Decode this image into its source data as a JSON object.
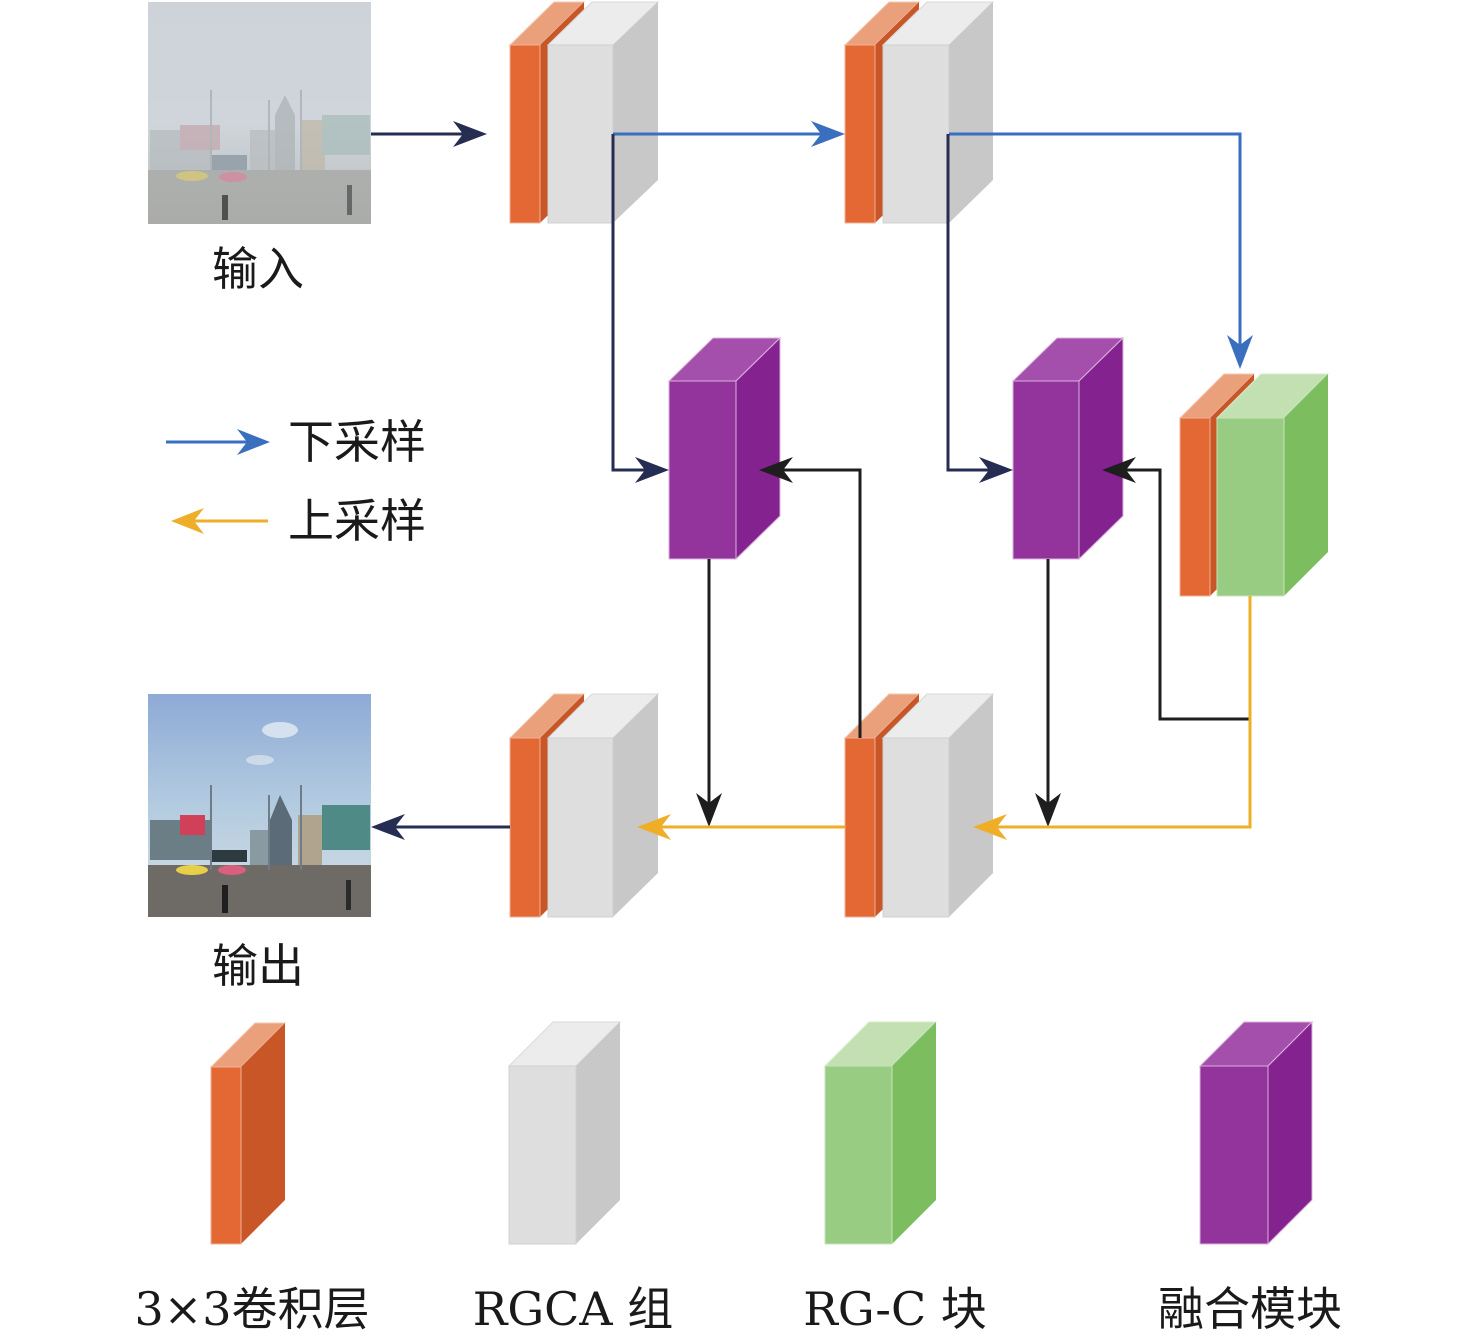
{
  "diagram": {
    "input_label": "输入",
    "output_label": "输出",
    "arrow_legend": [
      {
        "name": "downsample",
        "label": "下采样",
        "color": "#3a6fbf"
      },
      {
        "name": "upsample",
        "label": "上采样",
        "color": "#efae28"
      }
    ],
    "block_legend": [
      {
        "name": "conv3x3",
        "label": "3×3卷积层"
      },
      {
        "name": "rgca-group",
        "label": "RGCA 组"
      },
      {
        "name": "rgc-block",
        "label": "RG-C 块"
      },
      {
        "name": "fusion-module",
        "label": "融合模块"
      }
    ],
    "colors": {
      "conv_front": "#e36834",
      "conv_side": "#c85627",
      "conv_top": "#eba07c",
      "gray_front": "#dedede",
      "gray_side": "#c8c8c8",
      "gray_top": "#ececec",
      "green_front": "#98cc82",
      "green_side": "#7bbd5f",
      "green_top": "#c2e0b2",
      "purple_front": "#93339c",
      "purple_side": "#84228f",
      "purple_top": "#a54fac",
      "navy_arrow": "#262d52",
      "black_arrow": "#1e1e1e",
      "blue_arrow": "#3a6fbf",
      "yellow_arrow": "#efae28"
    }
  }
}
